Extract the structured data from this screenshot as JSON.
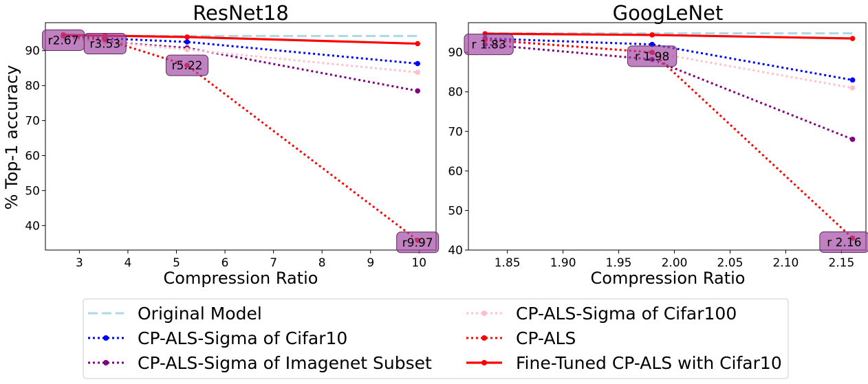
{
  "figure": {
    "ylabel": "% Top-1 accuracy",
    "legend": {
      "placement": "bottom-center",
      "columns": 2,
      "entries": [
        {
          "name": "Original Model",
          "color": "#add8e6",
          "style": "dashed",
          "marker": false
        },
        {
          "name": "CP-ALS-Sigma of Cifar10",
          "color": "#0000ff",
          "style": "dotted",
          "marker": true
        },
        {
          "name": "CP-ALS-Sigma of Imagenet Subset",
          "color": "#800080",
          "style": "dotted",
          "marker": true
        },
        {
          "name": "CP-ALS-Sigma of Cifar100",
          "color": "#ffc0cb",
          "style": "dotted",
          "marker": true
        },
        {
          "name": "CP-ALS",
          "color": "#ff0000",
          "style": "dotted",
          "marker": true
        },
        {
          "name": "Fine-Tuned CP-ALS with Cifar10",
          "color": "#ff0000",
          "style": "solid",
          "marker": true
        }
      ]
    }
  },
  "chart_data": [
    {
      "type": "line",
      "title": "ResNet18",
      "xlabel": "Compression Ratio",
      "ylabel": "% Top-1 accuracy",
      "xlim": [
        2.3,
        10.35
      ],
      "ylim": [
        33,
        98
      ],
      "xticks": [
        3,
        4,
        5,
        6,
        7,
        8,
        9,
        10
      ],
      "xtick_labels": [
        "3",
        "4",
        "5",
        "6",
        "7",
        "8",
        "9",
        "10"
      ],
      "yticks": [
        40,
        50,
        60,
        70,
        80,
        90
      ],
      "ytick_labels": [
        "40",
        "50",
        "60",
        "70",
        "80",
        "90"
      ],
      "grid": false,
      "x": [
        2.67,
        3.53,
        5.22,
        9.97
      ],
      "series": [
        {
          "name": "Original Model",
          "values": [
            94.2,
            94.2,
            94.2,
            94.2
          ]
        },
        {
          "name": "CP-ALS-Sigma of Cifar10",
          "values": [
            94.2,
            93.5,
            92.5,
            86.3
          ]
        },
        {
          "name": "CP-ALS-Sigma of Imagenet Subset",
          "values": [
            93.7,
            92.5,
            90.8,
            78.5
          ]
        },
        {
          "name": "CP-ALS-Sigma of Cifar100",
          "values": [
            93.5,
            92.5,
            90.3,
            83.8
          ]
        },
        {
          "name": "CP-ALS",
          "values": [
            94.2,
            93.2,
            85.8,
            35.8
          ]
        },
        {
          "name": "Fine-Tuned CP-ALS with Cifar10",
          "values": [
            94.5,
            94.3,
            93.9,
            92.0
          ]
        }
      ],
      "annotations": [
        {
          "text": "r2.67",
          "x": 2.67,
          "y": 93.0
        },
        {
          "text": "r3.53",
          "x": 3.53,
          "y": 92.0
        },
        {
          "text": "r5.22",
          "x": 5.22,
          "y": 85.8
        },
        {
          "text": "r9.97",
          "x": 9.97,
          "y": 35.2
        }
      ]
    },
    {
      "type": "line",
      "title": "GoogLeNet",
      "xlabel": "Compression Ratio",
      "ylabel": "",
      "xlim": [
        1.815,
        2.172
      ],
      "ylim": [
        40,
        97.5
      ],
      "xticks": [
        1.85,
        1.9,
        1.95,
        2.0,
        2.05,
        2.1,
        2.15
      ],
      "xtick_labels": [
        "1.85",
        "1.90",
        "1.95",
        "2.00",
        "2.05",
        "2.10",
        "2.15"
      ],
      "yticks": [
        40,
        50,
        60,
        70,
        80,
        90
      ],
      "ytick_labels": [
        "40",
        "50",
        "60",
        "70",
        "80",
        "90"
      ],
      "grid": false,
      "x": [
        1.83,
        1.98,
        2.16
      ],
      "series": [
        {
          "name": "Original Model",
          "values": [
            94.8,
            94.8,
            94.8
          ]
        },
        {
          "name": "CP-ALS-Sigma of Cifar10",
          "values": [
            93.5,
            92.0,
            83.0
          ]
        },
        {
          "name": "CP-ALS-Sigma of Imagenet Subset",
          "values": [
            92.0,
            88.2,
            68.0
          ]
        },
        {
          "name": "CP-ALS-Sigma of Cifar100",
          "values": [
            93.0,
            90.0,
            81.0
          ]
        },
        {
          "name": "CP-ALS",
          "values": [
            93.2,
            90.0,
            43.0
          ]
        },
        {
          "name": "Fine-Tuned CP-ALS with Cifar10",
          "values": [
            94.7,
            94.4,
            93.5
          ]
        }
      ],
      "annotations": [
        {
          "text": "r 1.83",
          "x": 1.83,
          "y": 92.0
        },
        {
          "text": "r 1.98",
          "x": 1.98,
          "y": 89.0
        },
        {
          "text": "r 2.16",
          "x": 2.16,
          "y": 42.0
        }
      ]
    }
  ]
}
